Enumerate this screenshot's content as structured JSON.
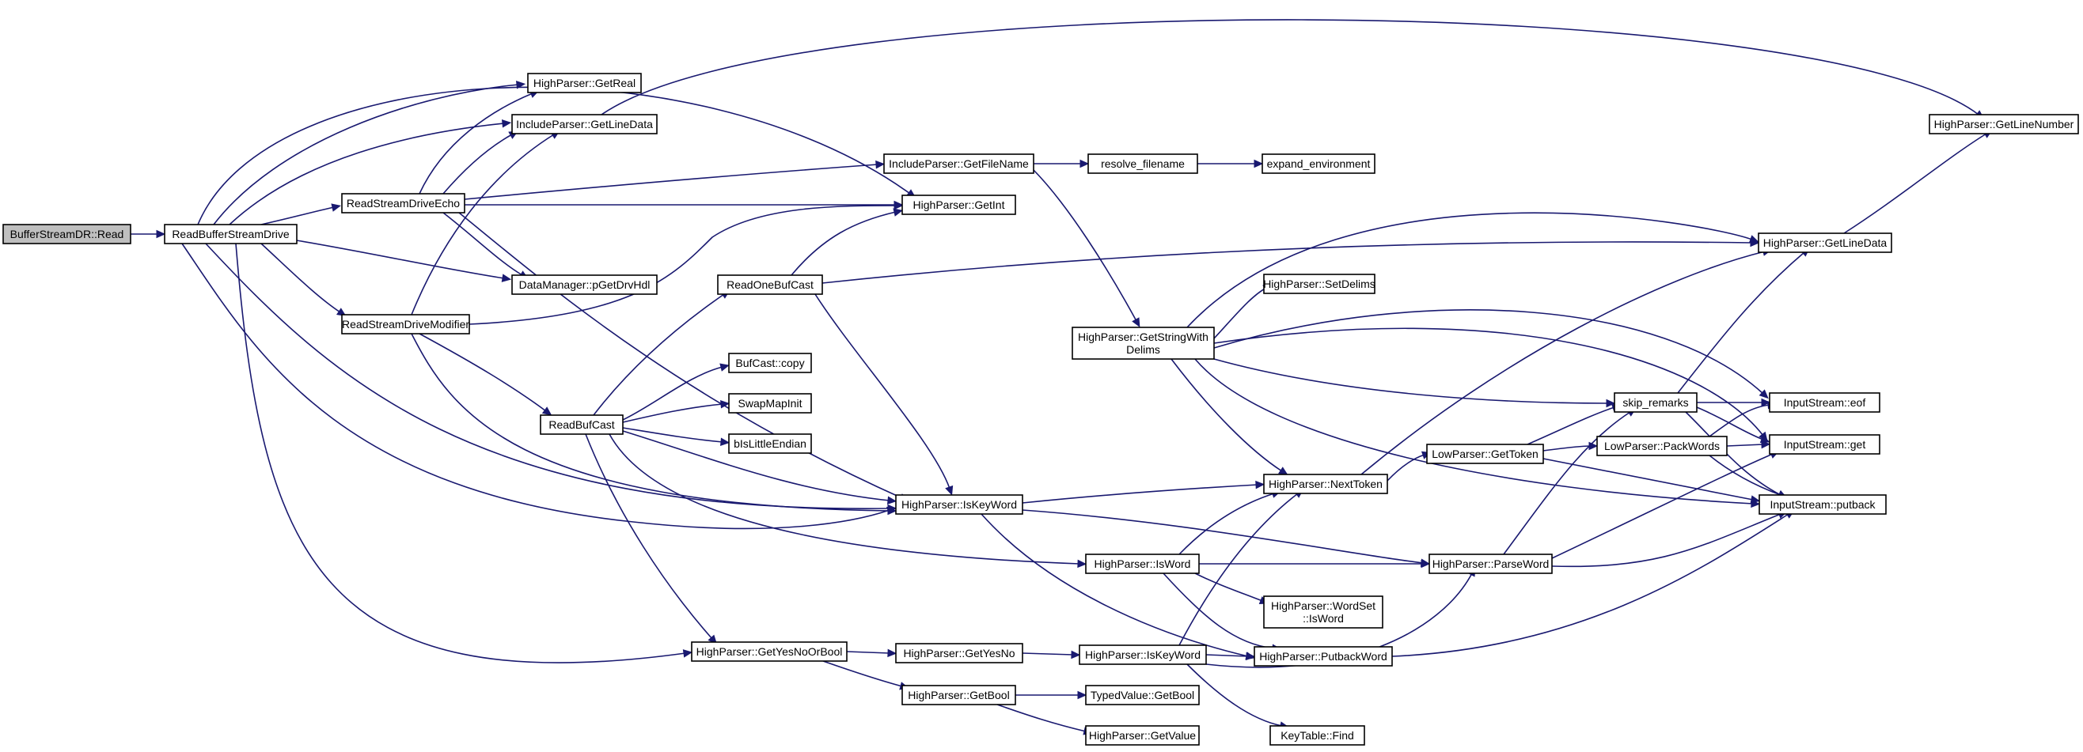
{
  "diagram": {
    "nodes": [
      {
        "id": "root",
        "label": "BufferStreamDR::Read"
      },
      {
        "id": "rbsd",
        "label": "ReadBufferStreamDrive"
      },
      {
        "id": "getreal",
        "label": "HighParser::GetReal"
      },
      {
        "id": "inc_gld",
        "label": "IncludeParser::GetLineData"
      },
      {
        "id": "rsde",
        "label": "ReadStreamDriveEcho"
      },
      {
        "id": "dm",
        "label": "DataManager::pGetDrvHdl"
      },
      {
        "id": "rsdm",
        "label": "ReadStreamDriveModifier"
      },
      {
        "id": "rbc",
        "label": "ReadBufCast"
      },
      {
        "id": "robc",
        "label": "ReadOneBufCast"
      },
      {
        "id": "bufcopy",
        "label": "BufCast::copy"
      },
      {
        "id": "swap",
        "label": "SwapMapInit"
      },
      {
        "id": "endian",
        "label": "bIsLittleEndian"
      },
      {
        "id": "inc_gfn",
        "label": "IncludeParser::GetFileName"
      },
      {
        "id": "getint",
        "label": "HighParser::GetInt"
      },
      {
        "id": "iskw",
        "label": "HighParser::IsKeyWord"
      },
      {
        "id": "isword",
        "label": "HighParser::IsWord"
      },
      {
        "id": "gynob",
        "label": "HighParser::GetYesNoOrBool"
      },
      {
        "id": "gyn",
        "label": "HighParser::GetYesNo"
      },
      {
        "id": "gbool",
        "label": "HighParser::GetBool"
      },
      {
        "id": "iskw2",
        "label": "HighParser::IsKeyWord"
      },
      {
        "id": "tvgb",
        "label": "TypedValue::GetBool"
      },
      {
        "id": "gval",
        "label": "HighParser::GetValue"
      },
      {
        "id": "find",
        "label": "KeyTable::Find"
      },
      {
        "id": "resolve",
        "label": "resolve_filename"
      },
      {
        "id": "expand",
        "label": "expand_environment"
      },
      {
        "id": "gswd",
        "label": "HighParser::GetStringWith\nDelims"
      },
      {
        "id": "setd",
        "label": "HighParser::SetDelims"
      },
      {
        "id": "ntok",
        "label": "HighParser::NextToken"
      },
      {
        "id": "wsis",
        "label": "HighParser::WordSet\n::IsWord"
      },
      {
        "id": "pbw",
        "label": "HighParser::PutbackWord"
      },
      {
        "id": "pword",
        "label": "HighParser::ParseWord"
      },
      {
        "id": "lpgt",
        "label": "LowParser::GetToken"
      },
      {
        "id": "skip",
        "label": "skip_remarks"
      },
      {
        "id": "lppw",
        "label": "LowParser::PackWords"
      },
      {
        "id": "hp_gld",
        "label": "HighParser::GetLineData"
      },
      {
        "id": "gln",
        "label": "HighParser::GetLineNumber"
      },
      {
        "id": "eof",
        "label": "InputStream::eof"
      },
      {
        "id": "get",
        "label": "InputStream::get"
      },
      {
        "id": "putback",
        "label": "InputStream::putback"
      }
    ]
  }
}
